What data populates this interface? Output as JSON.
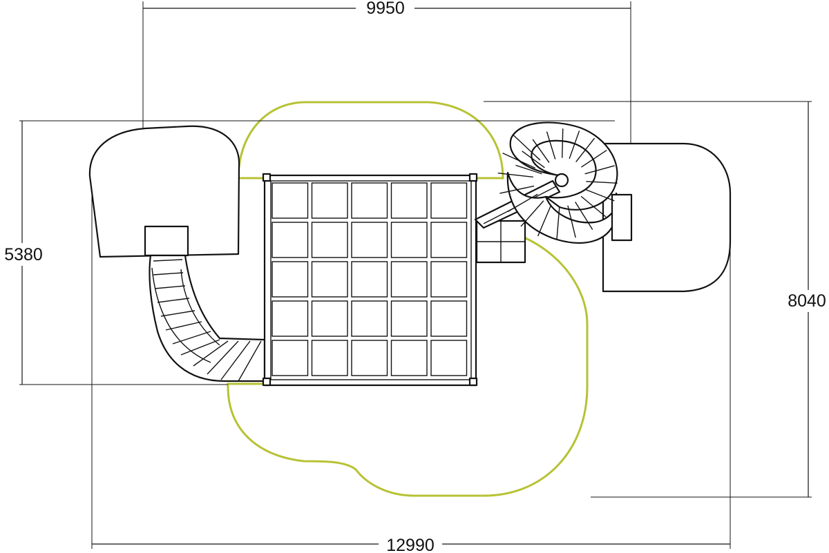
{
  "dimensions": {
    "top": "9950",
    "left": "5380",
    "right": "8040",
    "bottom": "12990"
  },
  "colors": {
    "safety_zone": "#b7c234",
    "linework": "#111111",
    "background": "#ffffff"
  }
}
